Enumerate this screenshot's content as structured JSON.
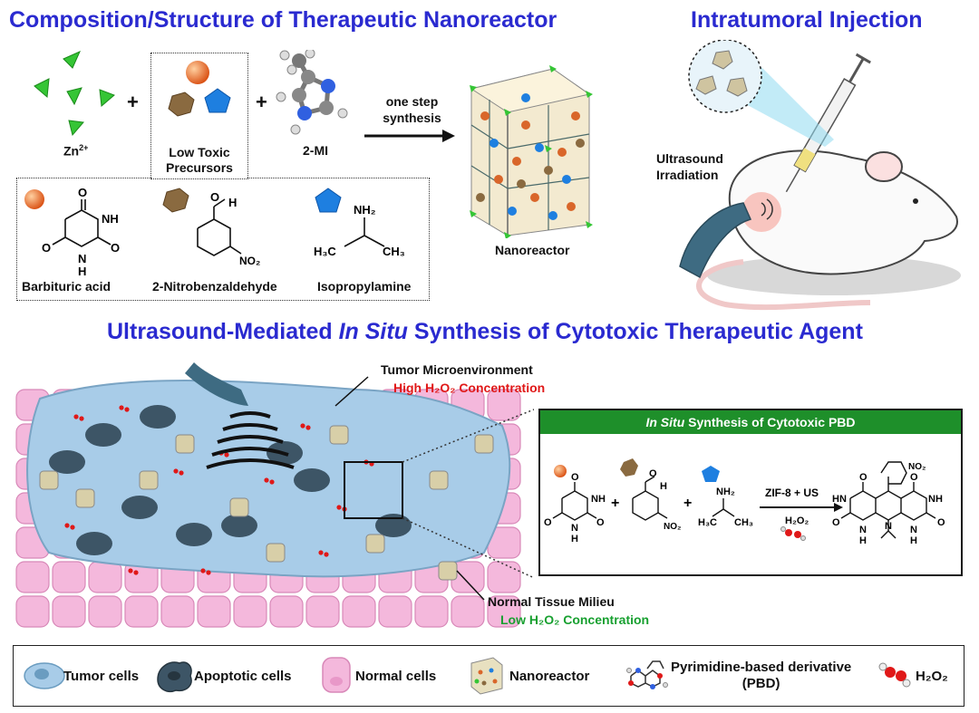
{
  "titles": {
    "composition": "Composition/Structure of  Therapeutic Nanoreactor",
    "injection": "Intratumoral Injection",
    "synthesis_pre": "Ultrasound-Mediated ",
    "synthesis_italic": "In Situ",
    "synthesis_post": " Synthesis of Cytotoxic Therapeutic Agent"
  },
  "components": {
    "zn": "Zn",
    "zn_sup": "2+",
    "precursors_line1": "Low Toxic",
    "precursors_line2": "Precursors",
    "mi": "2-MI",
    "plus": "+",
    "step_line1": "one step",
    "step_line2": "synthesis",
    "nanoreactor": "Nanoreactor"
  },
  "precursors": {
    "barbituric": "Barbituric acid",
    "nitrobenz": "2-Nitrobenzaldehyde",
    "isopropyl": "Isopropylamine"
  },
  "chem": {
    "O": "O",
    "NH": "NH",
    "H": "H",
    "N": "N",
    "HN": "HN",
    "NO2": "NO₂",
    "NH2": "NH₂",
    "H3C": "H₃C",
    "CH3": "CH₃"
  },
  "injection": {
    "ultrasound_line1": "Ultrasound",
    "ultrasound_line2": "Irradiation"
  },
  "tumor": {
    "micro": "Tumor Microenvironment",
    "high": "High H₂O₂ Concentration",
    "normal": "Normal Tissue Milieu",
    "low": "Low H₂O₂ Concentration"
  },
  "pbd": {
    "head_italic": "In Situ",
    "head_rest": " Synthesis of Cytotoxic PBD",
    "reagent": "ZIF-8 + US",
    "h2o2": "H₂O₂"
  },
  "legend": {
    "tumor": "Tumor cells",
    "apoptotic": "Apoptotic cells",
    "normal": "Normal cells",
    "nanoreactor": "Nanoreactor",
    "pbd_line1": "Pyrimidine-based derivative",
    "pbd_line2": "(PBD)",
    "h2o2": "H₂O₂"
  },
  "colors": {
    "title": "#2a2ad0",
    "zn": "#35c535",
    "barbituric": "#e8662a",
    "nitrobenz": "#8a6a40",
    "isopropyl": "#1e7fe0",
    "tumor_cell": "#a8cce8",
    "apoptotic_cell": "#3d5566",
    "normal_cell": "#f4b8dc",
    "high_h2o2": "#e01818",
    "low_h2o2": "#18a030",
    "pbd_header": "#1e8f2a"
  },
  "icons": [
    "zn-ion-icon",
    "barbituric-ball-icon",
    "nitrobenz-hexagon-icon",
    "isopropyl-pentagon-icon",
    "imidazole-molecule-icon",
    "nanoreactor-cube-icon",
    "mouse-icon",
    "syringe-icon",
    "ultrasound-probe-icon",
    "h2o2-molecule-icon",
    "pbd-molecule-icon"
  ]
}
